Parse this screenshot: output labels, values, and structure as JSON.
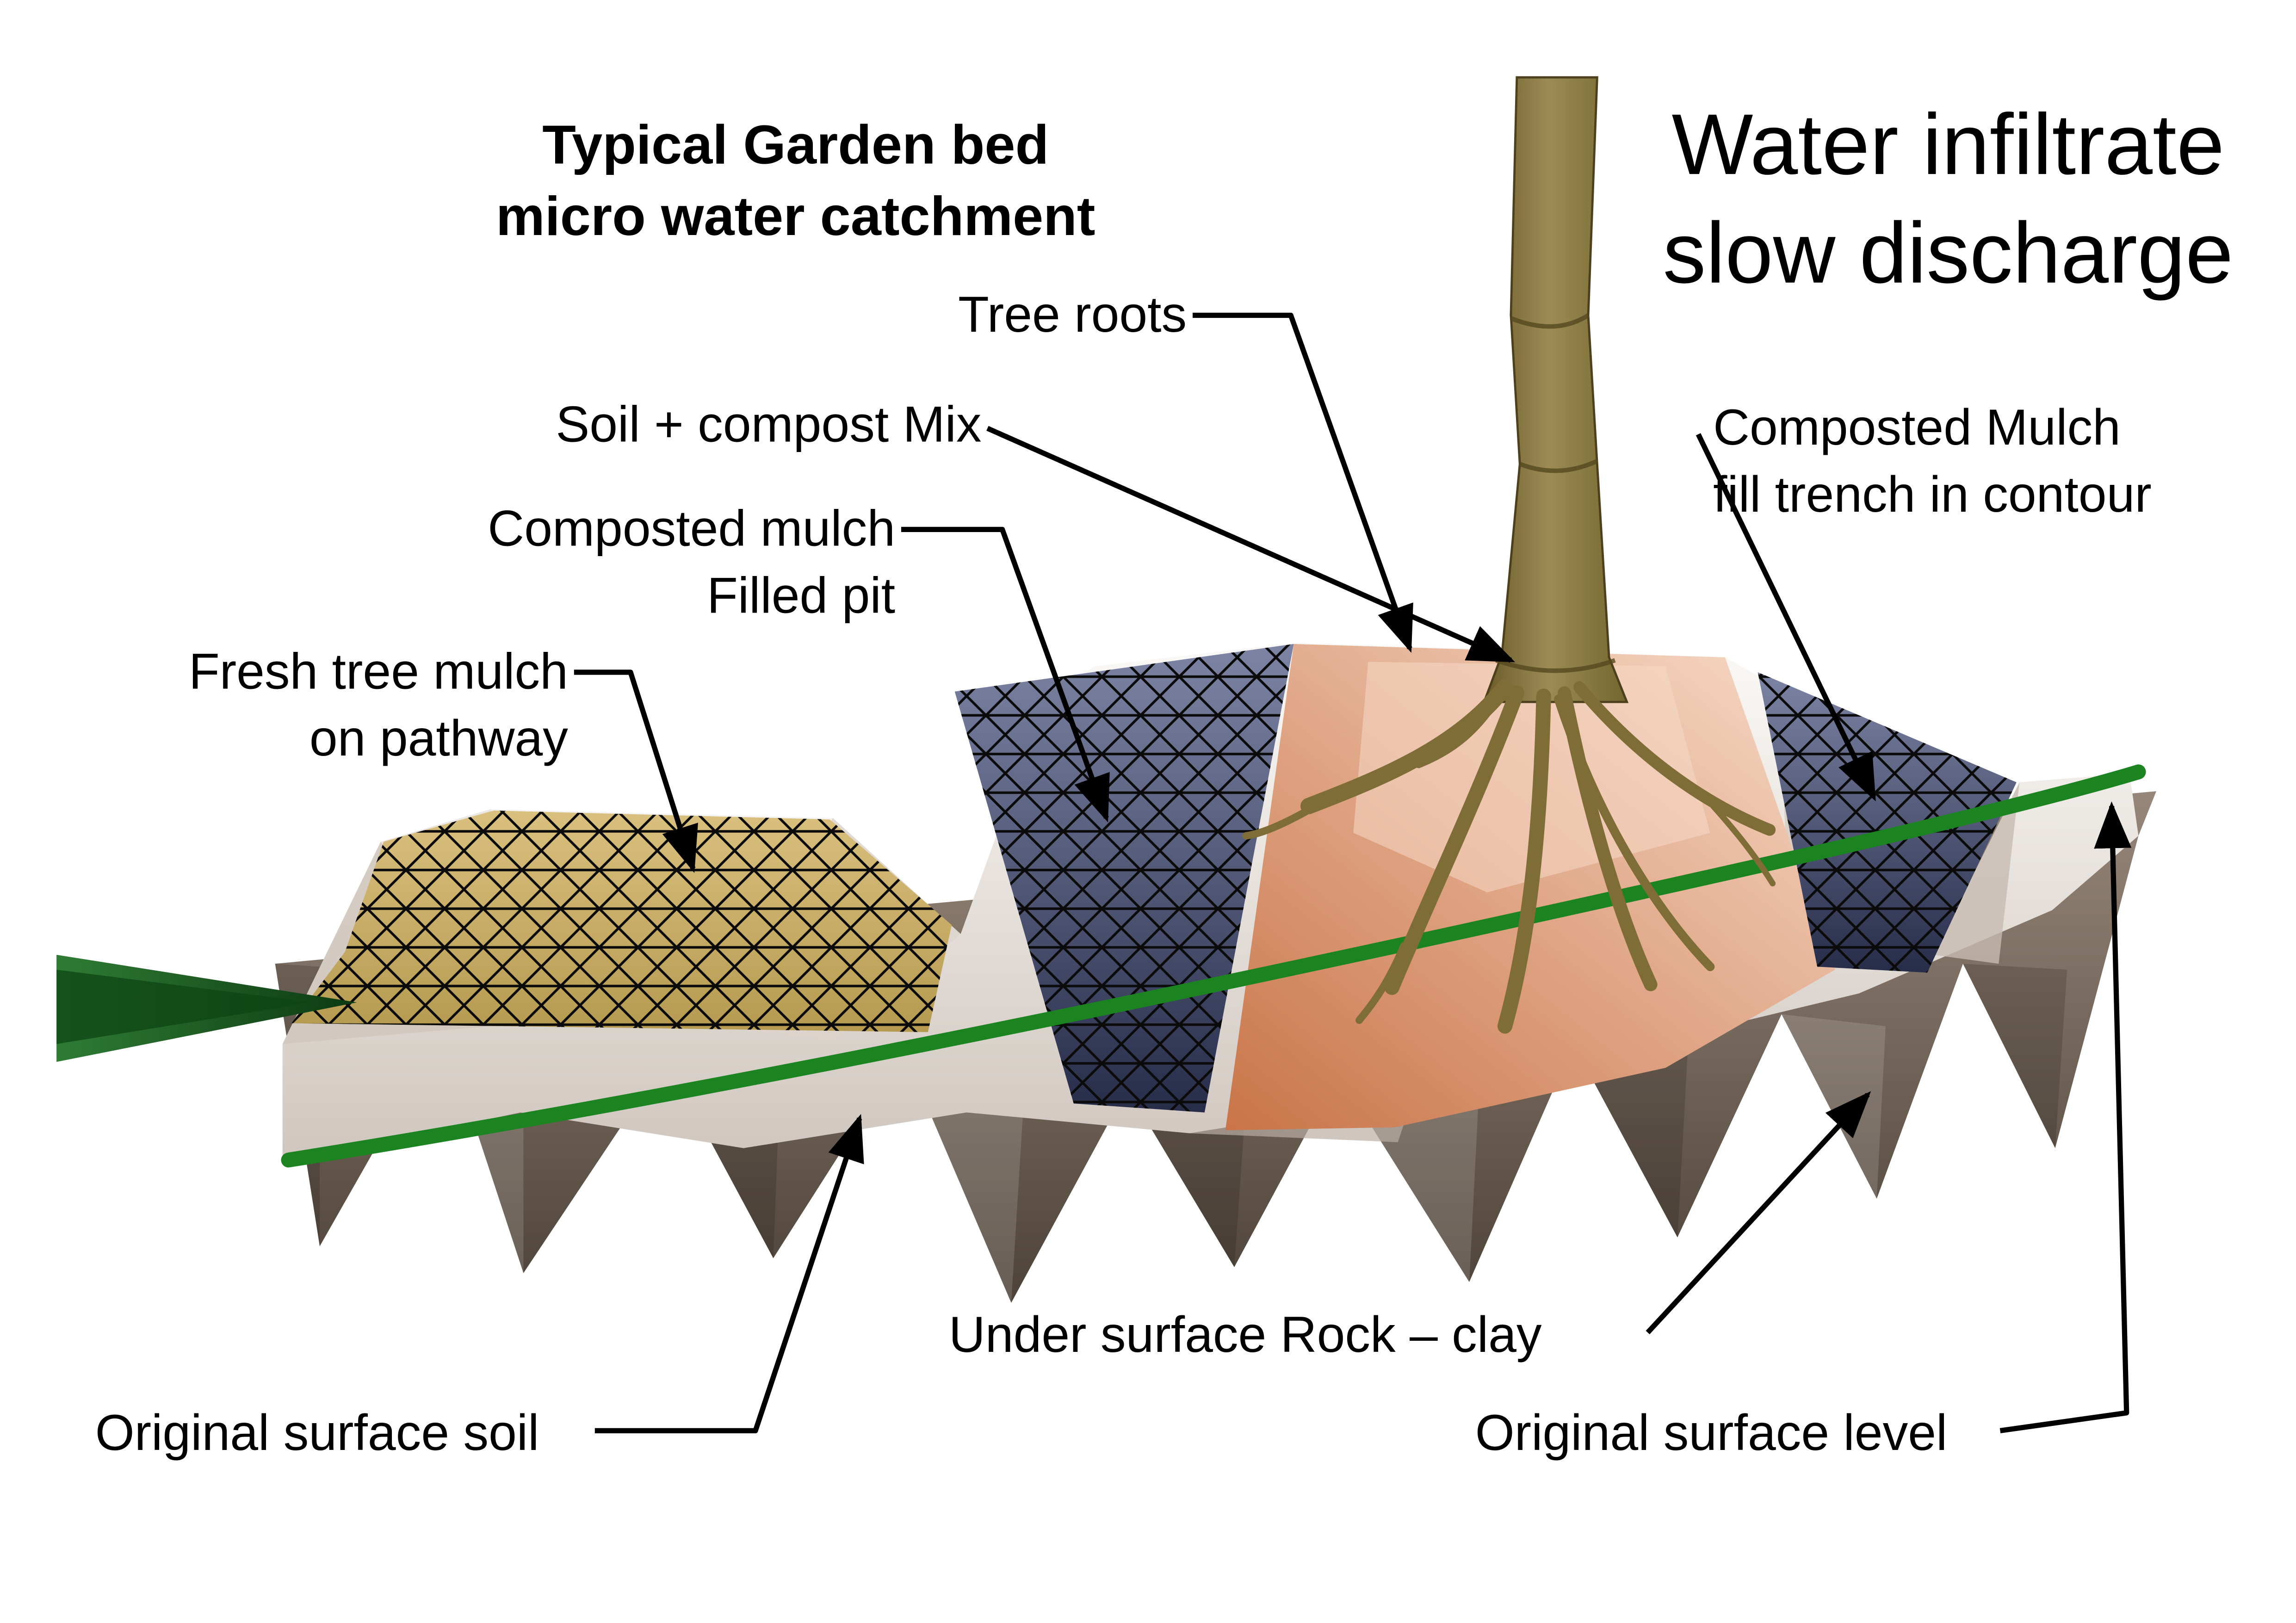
{
  "title": {
    "line1": "Typical Garden bed",
    "line2": "micro water catchment"
  },
  "heading": {
    "line1": "Water infiltrate",
    "line2": "slow discharge"
  },
  "labels": {
    "tree_roots": "Tree roots",
    "soil_compost_mix": "Soil + compost Mix",
    "composted_mulch_pit_line1": "Composted mulch",
    "composted_mulch_pit_line2": "Filled pit",
    "fresh_tree_mulch_line1": "Fresh tree mulch",
    "fresh_tree_mulch_line2": "on pathway",
    "composted_mulch_trench_line1": "Composted Mulch",
    "composted_mulch_trench_line2": "fill trench in contour",
    "under_surface_rock_clay": "Under surface Rock – clay",
    "original_surface_soil": "Original surface soil",
    "original_surface_level": "Original surface level"
  },
  "colors": {
    "fresh_mulch_khaki": "#c9ae66",
    "composted_mulch_navy": "#3c4464",
    "soil_compost_salmon": "#dd9068",
    "trunk_brown": "#857339",
    "surface_line_green": "#1b8420",
    "grass_dark_green": "#14501b",
    "rock_clay_taupe": "#6f6154",
    "soil_white": "#efeae5"
  }
}
